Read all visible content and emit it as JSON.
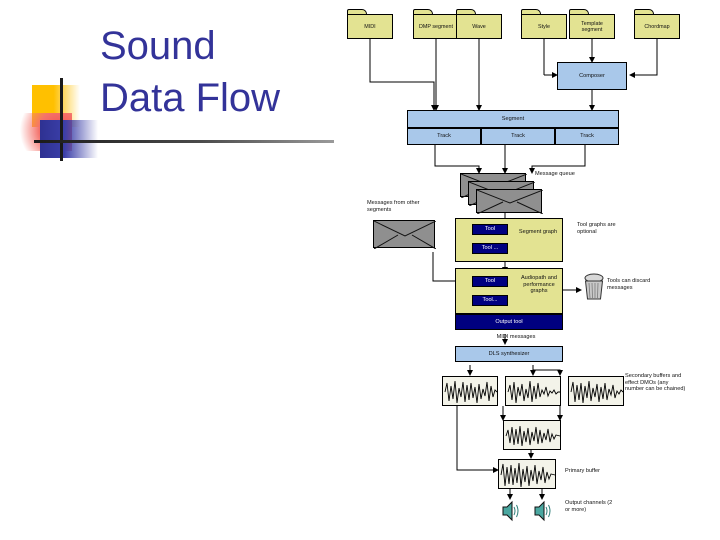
{
  "slide": {
    "title_line1": "Sound",
    "title_line2": "Data Flow",
    "accent_color": "#333399"
  },
  "diagram": {
    "type": "data-flow-diagram",
    "sources": [
      {
        "id": "midi",
        "label": "MIDI",
        "kind": "file-folder",
        "color": "#E3E392"
      },
      {
        "id": "dmp",
        "label": "DMP segment",
        "kind": "file-folder",
        "color": "#E3E392"
      },
      {
        "id": "wave",
        "label": "Wave",
        "kind": "file-folder",
        "color": "#E3E392"
      },
      {
        "id": "style",
        "label": "Style",
        "kind": "file-folder",
        "color": "#E3E392"
      },
      {
        "id": "template",
        "label": "Template segment",
        "kind": "file-folder",
        "color": "#E3E392"
      },
      {
        "id": "chordmap",
        "label": "Chordmap",
        "kind": "file-folder",
        "color": "#E3E392"
      }
    ],
    "composer": {
      "label": "Composer",
      "color": "#A9C8EA"
    },
    "segment": {
      "label": "Segment",
      "color": "#A9C8EA",
      "tracks": [
        "Track",
        "Track",
        "Track"
      ]
    },
    "message_queue": {
      "label": "Message queue",
      "stack_count": 3,
      "color": "#8f8f8f"
    },
    "other_messages": {
      "label": "Messages from other segments",
      "color": "#8f8f8f"
    },
    "segment_graph": {
      "label": "Segment graph",
      "color": "#E3E392",
      "tools": [
        "Tool",
        "Tool ..."
      ],
      "tool_color": "#000080"
    },
    "audiopath_graph": {
      "label": "Audiopath and performance graphs",
      "color": "#E3E392",
      "tools": [
        "Tool",
        "Tool..."
      ],
      "tool_color": "#000080"
    },
    "notes": {
      "tool_graphs_optional": "Tool graphs are optional",
      "tools_discard": "Tools can discard messages",
      "secondary_buffers": "Secondary buffers and effect DMOs (any number can be chained)"
    },
    "output_tool": {
      "label": "Output tool",
      "color": "#000080"
    },
    "midi_messages_label": "MIDI messages",
    "synthesizer": {
      "label": "DLS synthesizer",
      "color": "#A9C8EA"
    },
    "buffers": {
      "secondary_count": 3,
      "mix_count": 1,
      "primary_label": "Primary buffer"
    },
    "output_channels": {
      "label": "Output channels (2 or more)",
      "count": 2
    }
  }
}
